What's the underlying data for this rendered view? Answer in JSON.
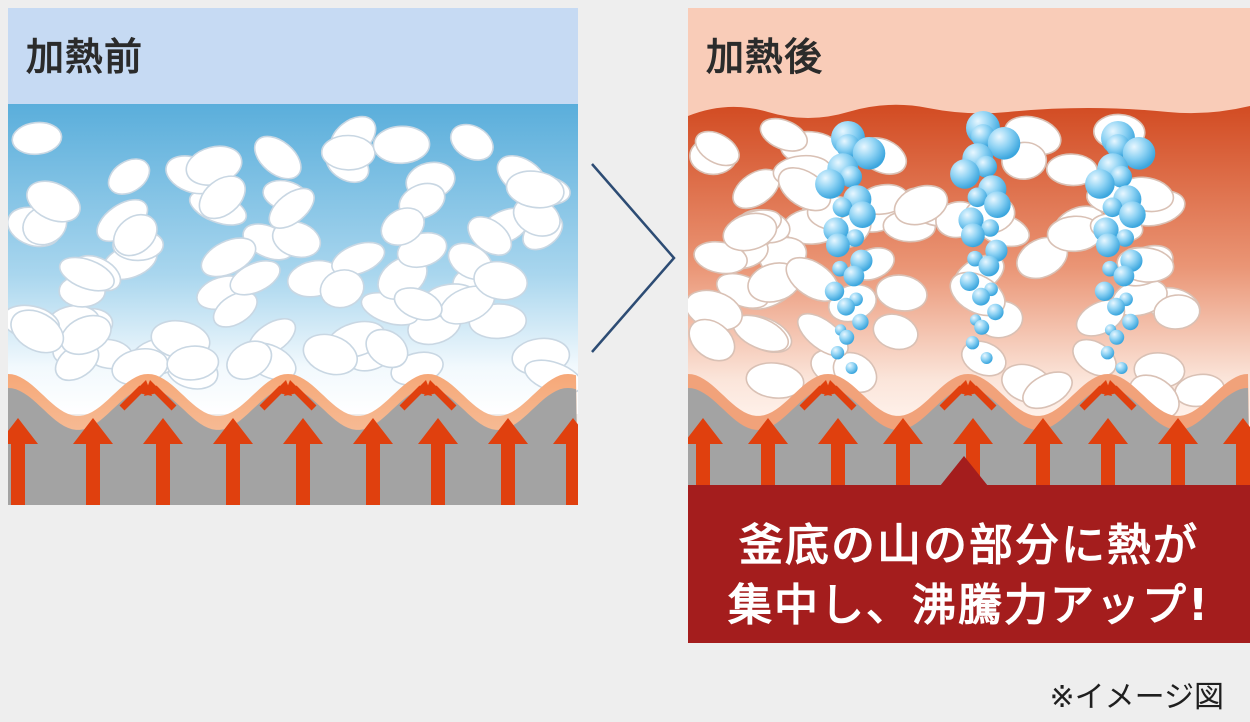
{
  "before": {
    "title": "加熱前"
  },
  "after": {
    "title": "加熱後",
    "caption": [
      "釜底の山の部分に熱が",
      "集中し、沸騰力アップ!"
    ]
  },
  "note": "※イメージ図",
  "colors": {
    "before_header": "#c6daf3",
    "before_water": "#6fb8e0",
    "after_header": "#f9ccb8",
    "after_water": "#d8502a",
    "pot_bottom": "#9c9c9c",
    "heat_arrow": "#e0400e",
    "bubble": "#6cc3ef",
    "caption_box": "#a41d1d",
    "rice": "#ffffff"
  },
  "icons": [
    "chevron-right-icon",
    "heat-arrow-icon",
    "rice-grain-icon",
    "bubble-icon"
  ]
}
